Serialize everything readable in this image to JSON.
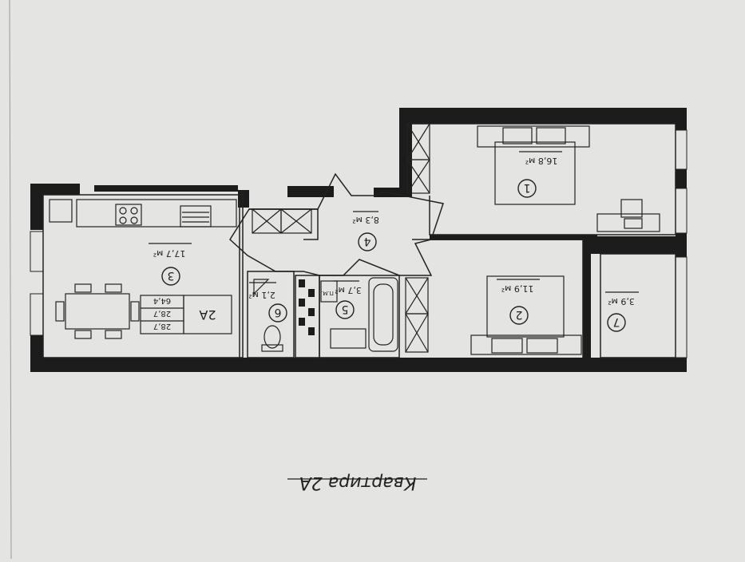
{
  "caption": "Квартира 2А",
  "apartment_code": "2А",
  "area_summary": [
    "64,4",
    "28,7",
    "28,7"
  ],
  "rooms": [
    {
      "number": "1",
      "area": "16,8 м²"
    },
    {
      "number": "2",
      "area": "11,9 м²"
    },
    {
      "number": "3",
      "area": "17,7 м²"
    },
    {
      "number": "4",
      "area": "8,3 м²"
    },
    {
      "number": "5",
      "area": "3,7 м²"
    },
    {
      "number": "6",
      "area": "2,1 м²"
    },
    {
      "number": "7",
      "area": "3,9 м²"
    }
  ],
  "washer_label": "П.М.",
  "colors": {
    "wall": "#1c1c1c",
    "paper": "#e4e4e2",
    "line": "#222222"
  }
}
